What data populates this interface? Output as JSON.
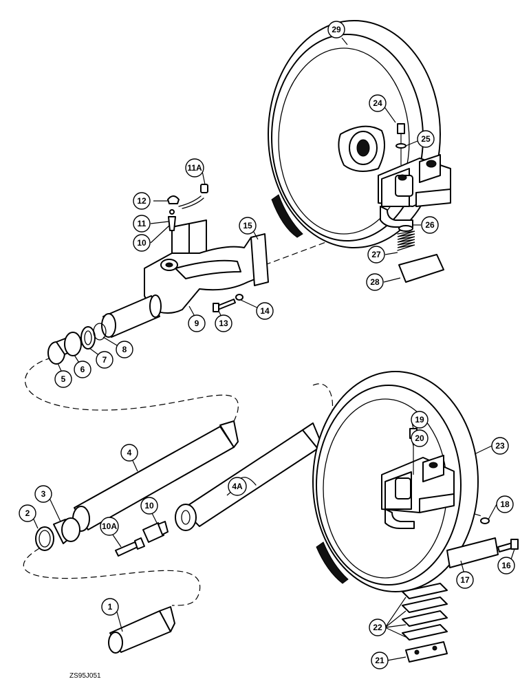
{
  "drawing_code": "ZS95J051",
  "callouts": [
    {
      "id": "c1",
      "label": "1"
    },
    {
      "id": "c2",
      "label": "2"
    },
    {
      "id": "c3",
      "label": "3"
    },
    {
      "id": "c4",
      "label": "4"
    },
    {
      "id": "c4a",
      "label": "4A"
    },
    {
      "id": "c5",
      "label": "5"
    },
    {
      "id": "c6",
      "label": "6"
    },
    {
      "id": "c7",
      "label": "7"
    },
    {
      "id": "c8",
      "label": "8"
    },
    {
      "id": "c9",
      "label": "9"
    },
    {
      "id": "c10top",
      "label": "10"
    },
    {
      "id": "c10bot",
      "label": "10"
    },
    {
      "id": "c10a",
      "label": "10A"
    },
    {
      "id": "c11",
      "label": "11"
    },
    {
      "id": "c11a",
      "label": "11A"
    },
    {
      "id": "c12",
      "label": "12"
    },
    {
      "id": "c13",
      "label": "13"
    },
    {
      "id": "c14",
      "label": "14"
    },
    {
      "id": "c15",
      "label": "15"
    },
    {
      "id": "c16",
      "label": "16"
    },
    {
      "id": "c17",
      "label": "17"
    },
    {
      "id": "c18",
      "label": "18"
    },
    {
      "id": "c19",
      "label": "19"
    },
    {
      "id": "c20",
      "label": "20"
    },
    {
      "id": "c21",
      "label": "21"
    },
    {
      "id": "c22",
      "label": "22"
    },
    {
      "id": "c23",
      "label": "23"
    },
    {
      "id": "c24",
      "label": "24"
    },
    {
      "id": "c25",
      "label": "25"
    },
    {
      "id": "c26",
      "label": "26"
    },
    {
      "id": "c27",
      "label": "27"
    },
    {
      "id": "c28",
      "label": "28"
    },
    {
      "id": "c29",
      "label": "29"
    }
  ]
}
